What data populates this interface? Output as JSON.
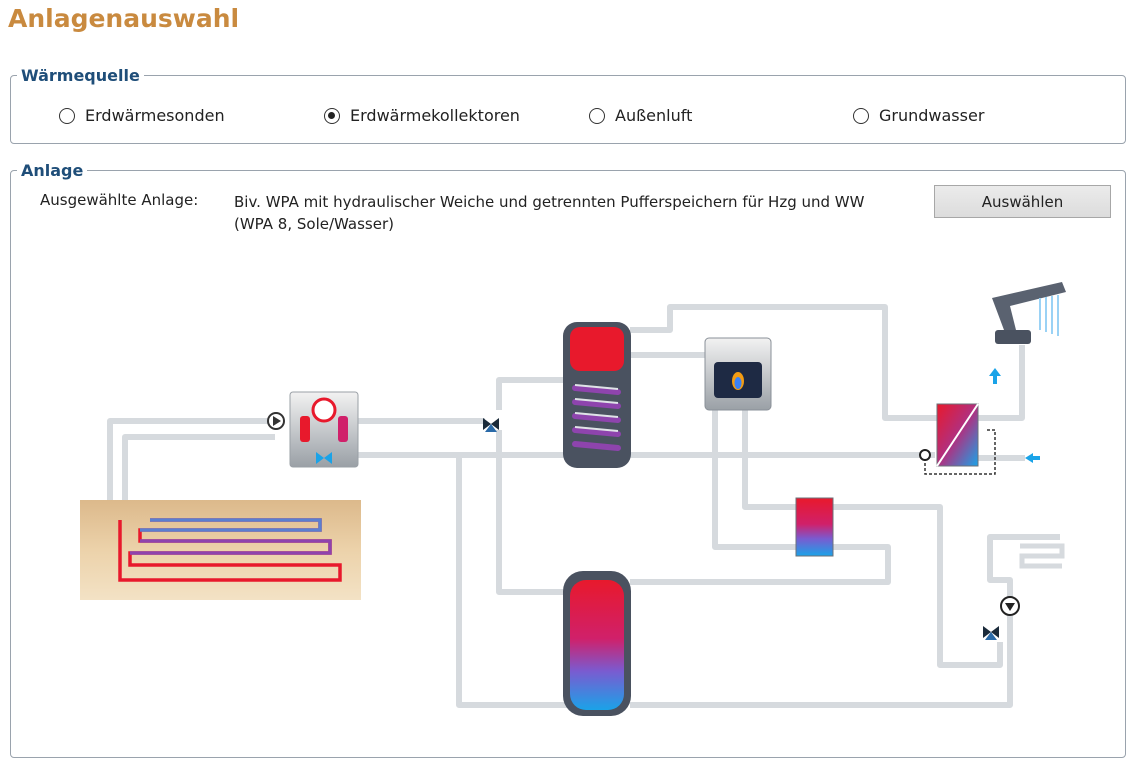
{
  "page": {
    "title": "Anlagenauswahl"
  },
  "heat_source": {
    "legend": "Wärmequelle",
    "options": [
      {
        "label": "Erdwärmesonden",
        "checked": false
      },
      {
        "label": "Erdwärmekollektoren",
        "checked": true
      },
      {
        "label": "Außenluft",
        "checked": false
      },
      {
        "label": "Grundwasser",
        "checked": false
      }
    ]
  },
  "plant": {
    "legend": "Anlage",
    "selected_label": "Ausgewählte Anlage:",
    "selected_value": "Biv. WPA mit hydraulischer Weiche und getrennten Pufferspeichern für Hzg und WW (WPA 8, Sole/Wasser)",
    "select_button": "Auswählen"
  },
  "colors": {
    "title": "#c98a3f",
    "legend": "#1f4e79",
    "hot": "#e8192c",
    "cold": "#1aa3e8",
    "pipe": "#d6dade"
  },
  "icons": [
    "pump-icon",
    "heat-pump-icon",
    "mixing-valve-icon",
    "buffer-tank-icon",
    "boiler-icon",
    "heat-exchanger-icon",
    "shower-icon",
    "radiator-icon",
    "ground-collector-icon"
  ]
}
